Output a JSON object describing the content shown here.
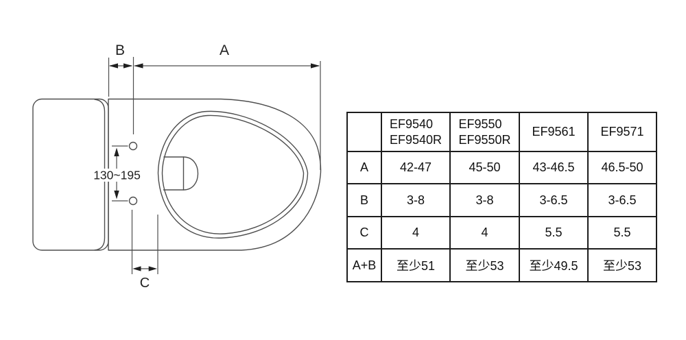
{
  "diagram": {
    "labels": {
      "dim_a": "A",
      "dim_b": "B",
      "dim_c": "C",
      "hole_spacing": "130~195"
    },
    "colors": {
      "line": "#4d4d4d",
      "arrow": "#1f1f1f",
      "text": "#222222",
      "table_border": "#1c1c1c"
    }
  },
  "table": {
    "header": [
      {
        "line1": "",
        "line2": ""
      },
      {
        "line1": "EF9540",
        "line2": "EF9540R"
      },
      {
        "line1": "EF9550",
        "line2": "EF9550R"
      },
      {
        "line1": "EF9561",
        "line2": ""
      },
      {
        "line1": "EF9571",
        "line2": ""
      }
    ],
    "rows": [
      {
        "label": "A",
        "values": [
          "42-47",
          "45-50",
          "43-46.5",
          "46.5-50"
        ]
      },
      {
        "label": "B",
        "values": [
          "3-8",
          "3-8",
          "3-6.5",
          "3-6.5"
        ]
      },
      {
        "label": "C",
        "values": [
          "4",
          "4",
          "5.5",
          "5.5"
        ]
      },
      {
        "label": "A+B",
        "values": [
          "至少51",
          "至少53",
          "至少49.5",
          "至少53"
        ]
      }
    ]
  }
}
